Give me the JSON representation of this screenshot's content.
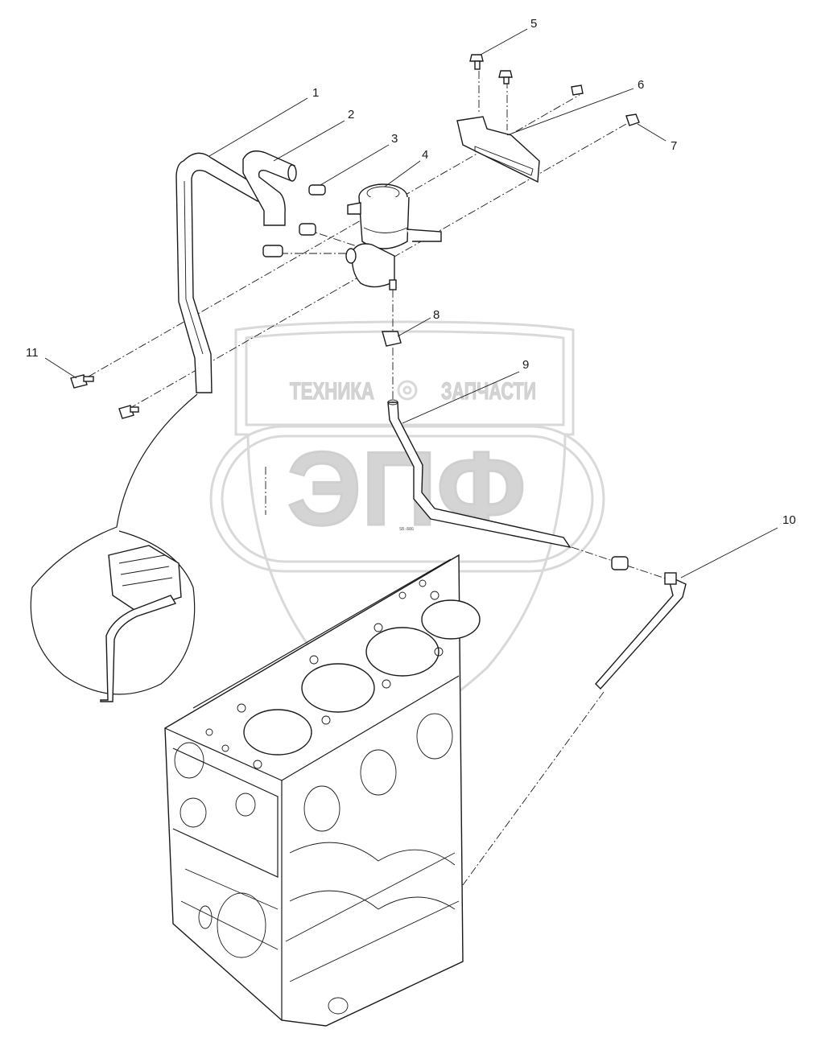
{
  "watermark": {
    "left_word": "ТЕХНИКА",
    "right_word": "ЗАПЧАСТИ",
    "monogram": "ЭПФ"
  },
  "callouts": [
    {
      "id": "1",
      "label": "1"
    },
    {
      "id": "2",
      "label": "2"
    },
    {
      "id": "3",
      "label": "3"
    },
    {
      "id": "4",
      "label": "4"
    },
    {
      "id": "5",
      "label": "5"
    },
    {
      "id": "6",
      "label": "6"
    },
    {
      "id": "7",
      "label": "7"
    },
    {
      "id": "8",
      "label": "8"
    },
    {
      "id": "9",
      "label": "9"
    },
    {
      "id": "10",
      "label": "10"
    },
    {
      "id": "11",
      "label": "11"
    }
  ],
  "tiny_mark": "SB-88G"
}
